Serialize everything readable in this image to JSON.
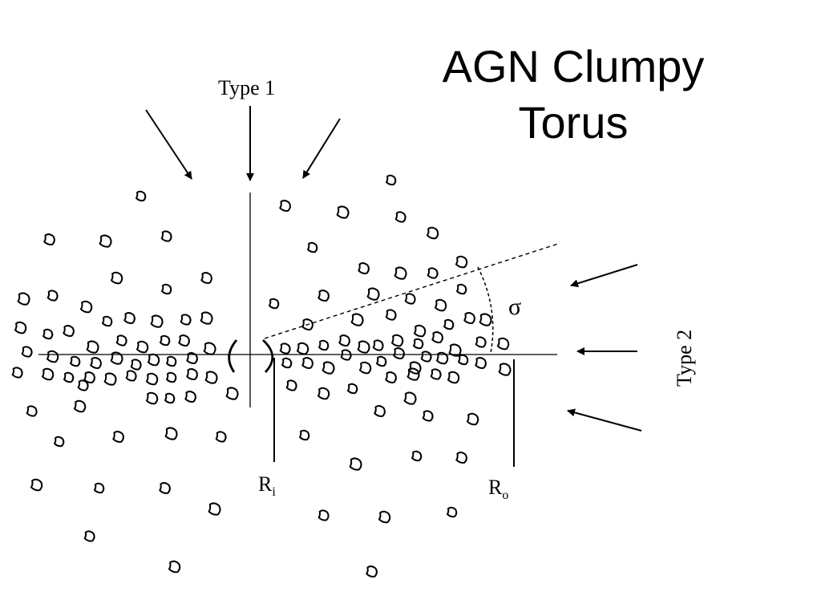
{
  "title": {
    "line1": "AGN Clumpy",
    "line2": "Torus"
  },
  "labels": {
    "type1": "Type 1",
    "type2": "Type 2",
    "sigma": "σ",
    "r_inner": "R",
    "r_inner_sub": "i",
    "r_outer": "R",
    "r_outer_sub": "o"
  }
}
